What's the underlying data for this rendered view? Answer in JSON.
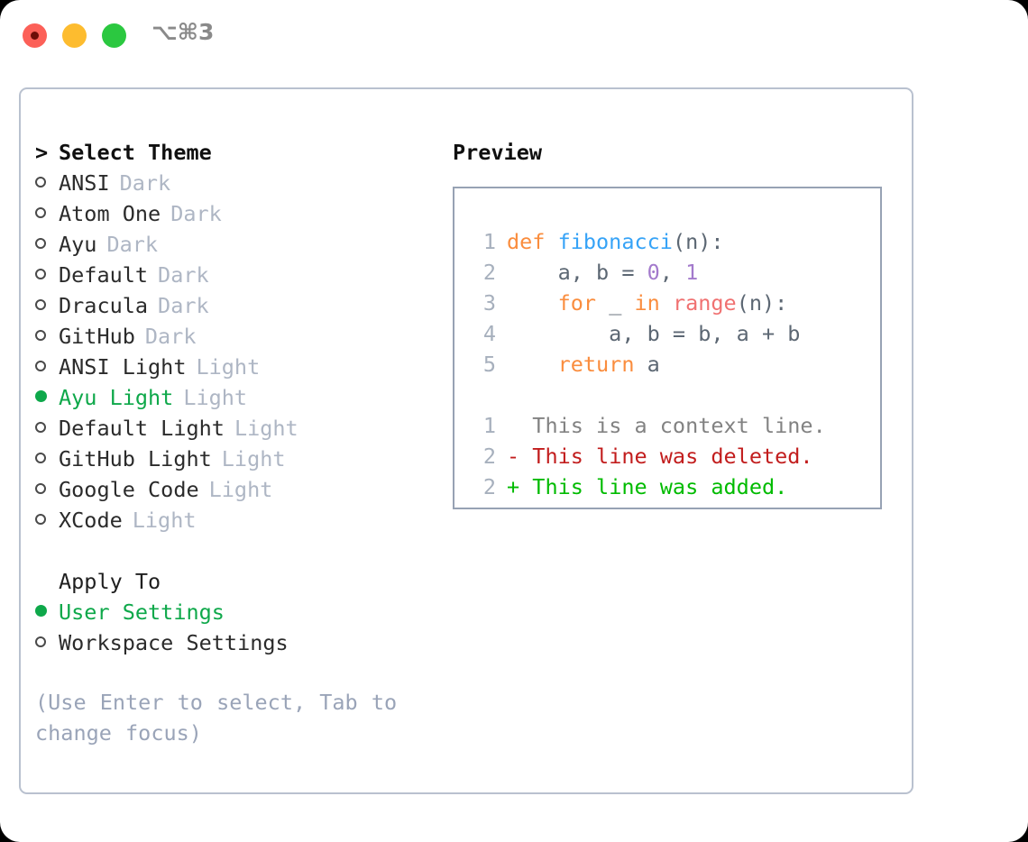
{
  "window": {
    "shortcut_label": "⌥⌘3",
    "traffic_lights": [
      "close-button",
      "minimize-button",
      "zoom-button"
    ]
  },
  "colors": {
    "accent_green": "#0ea84a",
    "muted": "#aeb6c4",
    "hint": "#9aa4b8",
    "panel_border": "#b9c1cf",
    "code_border": "#97a2b4",
    "diff_add": "#00bb00",
    "diff_del": "#c21d1d",
    "kw": "#fa8d3e",
    "fn": "#36a3f7",
    "num": "#a37acc",
    "builtin": "#f07171"
  },
  "theme_list": {
    "header": "Select Theme",
    "header_marker": ">",
    "items": [
      {
        "name": "ANSI",
        "category": "Dark",
        "selected": false
      },
      {
        "name": "Atom One",
        "category": "Dark",
        "selected": false
      },
      {
        "name": "Ayu",
        "category": "Dark",
        "selected": false
      },
      {
        "name": "Default",
        "category": "Dark",
        "selected": false
      },
      {
        "name": "Dracula",
        "category": "Dark",
        "selected": false
      },
      {
        "name": "GitHub",
        "category": "Dark",
        "selected": false
      },
      {
        "name": "ANSI Light",
        "category": "Light",
        "selected": false
      },
      {
        "name": "Ayu Light",
        "category": "Light",
        "selected": true
      },
      {
        "name": "Default Light",
        "category": "Light",
        "selected": false
      },
      {
        "name": "GitHub Light",
        "category": "Light",
        "selected": false
      },
      {
        "name": "Google Code",
        "category": "Light",
        "selected": false
      },
      {
        "name": "XCode",
        "category": "Light",
        "selected": false
      }
    ]
  },
  "apply_to": {
    "title": "Apply To",
    "options": [
      {
        "label": "User Settings",
        "selected": true
      },
      {
        "label": "Workspace Settings",
        "selected": false
      }
    ]
  },
  "hint": "(Use Enter to select, Tab to change focus)",
  "preview": {
    "title": "Preview",
    "code_lines": [
      {
        "number": "1",
        "tokens": [
          {
            "text": "def ",
            "type": "kw"
          },
          {
            "text": "fibonacci",
            "type": "fn"
          },
          {
            "text": "(n):",
            "type": "pl"
          }
        ]
      },
      {
        "number": "2",
        "tokens": [
          {
            "text": "    a, b = ",
            "type": "pl"
          },
          {
            "text": "0",
            "type": "num"
          },
          {
            "text": ", ",
            "type": "pl"
          },
          {
            "text": "1",
            "type": "num"
          }
        ]
      },
      {
        "number": "3",
        "tokens": [
          {
            "text": "    ",
            "type": "pl"
          },
          {
            "text": "for",
            "type": "kw"
          },
          {
            "text": " _ ",
            "type": "pl"
          },
          {
            "text": "in",
            "type": "kw"
          },
          {
            "text": " ",
            "type": "pl"
          },
          {
            "text": "range",
            "type": "bi"
          },
          {
            "text": "(n):",
            "type": "pl"
          }
        ]
      },
      {
        "number": "4",
        "tokens": [
          {
            "text": "        a, b = b, a + b",
            "type": "pl"
          }
        ]
      },
      {
        "number": "5",
        "tokens": [
          {
            "text": "    ",
            "type": "pl"
          },
          {
            "text": "return",
            "type": "kw"
          },
          {
            "text": " a",
            "type": "pl"
          }
        ]
      }
    ],
    "diff_lines": [
      {
        "number": "1",
        "sign": " ",
        "text": "This is a context line.",
        "type": "ctx"
      },
      {
        "number": "2",
        "sign": "-",
        "text": "This line was deleted.",
        "type": "del"
      },
      {
        "number": "2",
        "sign": "+",
        "text": "This line was added.",
        "type": "add"
      }
    ]
  }
}
